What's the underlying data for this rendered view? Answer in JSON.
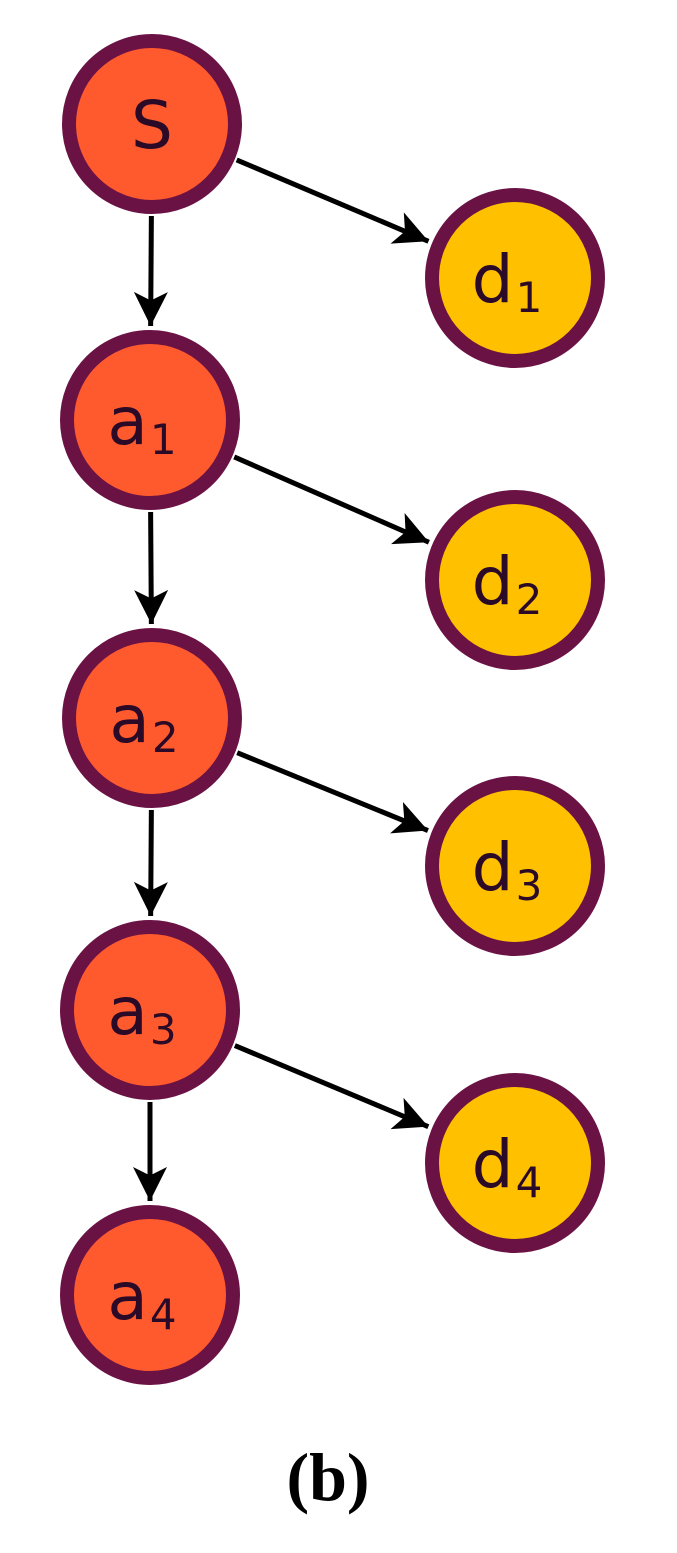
{
  "colors": {
    "source_fill": "#ff5a2e",
    "chain_fill": "#ff5a2e",
    "leaf_fill": "#ffc000",
    "ring": "#6b1245",
    "text": "#2a0a26",
    "edge": "#000000"
  },
  "nodes": [
    {
      "id": "S",
      "label": "S",
      "sub": "",
      "kind": "source"
    },
    {
      "id": "a1",
      "label": "a",
      "sub": "1",
      "kind": "chain"
    },
    {
      "id": "a2",
      "label": "a",
      "sub": "2",
      "kind": "chain"
    },
    {
      "id": "a3",
      "label": "a",
      "sub": "3",
      "kind": "chain"
    },
    {
      "id": "a4",
      "label": "a",
      "sub": "4",
      "kind": "chain"
    },
    {
      "id": "d1",
      "label": "d",
      "sub": "1",
      "kind": "leaf"
    },
    {
      "id": "d2",
      "label": "d",
      "sub": "2",
      "kind": "leaf"
    },
    {
      "id": "d3",
      "label": "d",
      "sub": "3",
      "kind": "leaf"
    },
    {
      "id": "d4",
      "label": "d",
      "sub": "4",
      "kind": "leaf"
    }
  ],
  "edges": [
    {
      "from": "S",
      "to": "a1"
    },
    {
      "from": "a1",
      "to": "a2"
    },
    {
      "from": "a2",
      "to": "a3"
    },
    {
      "from": "a3",
      "to": "a4"
    },
    {
      "from": "S",
      "to": "d1"
    },
    {
      "from": "a1",
      "to": "d2"
    },
    {
      "from": "a2",
      "to": "d3"
    },
    {
      "from": "a3",
      "to": "d4"
    }
  ],
  "caption": "(b)"
}
